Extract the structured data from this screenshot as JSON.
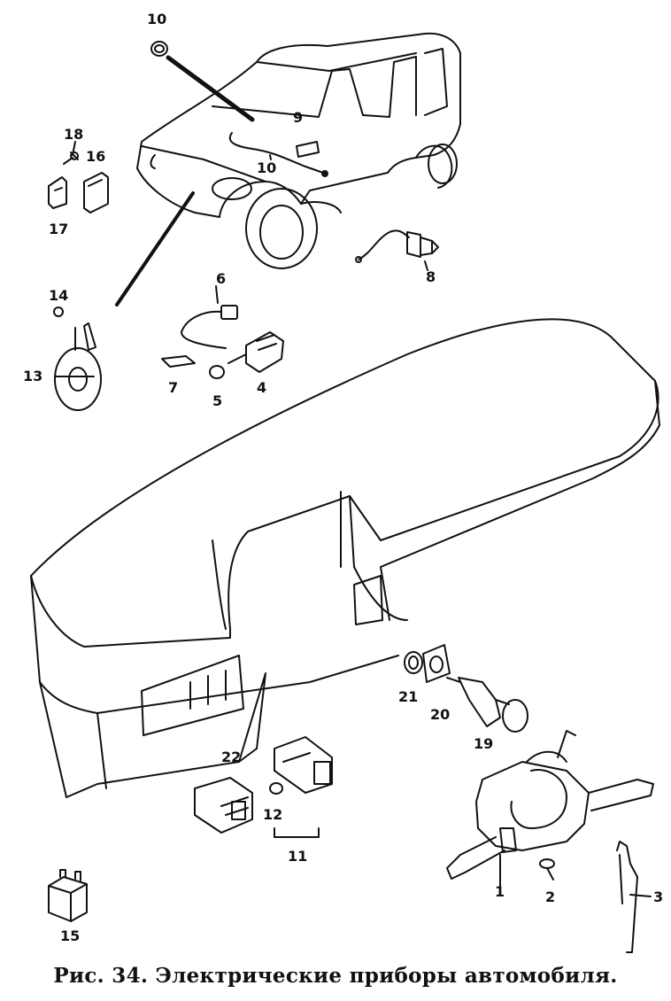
{
  "caption": "Рис. 34. Электрические приборы автомобиля.",
  "labels": {
    "l1": "1",
    "l2": "2",
    "l3": "3",
    "l4": "4",
    "l5": "5",
    "l6": "6",
    "l7": "7",
    "l8": "8",
    "l9": "9",
    "l10a": "10",
    "l10b": "10",
    "l11": "11",
    "l12": "12",
    "l13": "13",
    "l14": "14",
    "l15": "15",
    "l16": "16",
    "l17": "17",
    "l18": "18",
    "l19": "19",
    "l20": "20",
    "l21": "21",
    "l22": "22"
  }
}
